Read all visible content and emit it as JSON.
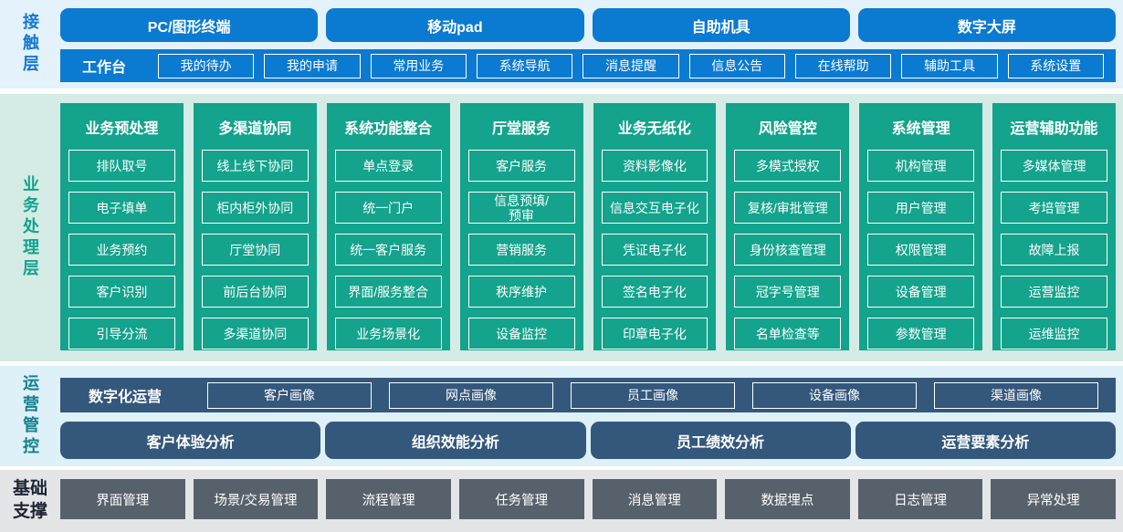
{
  "colors": {
    "blue": "#0b7ad1",
    "teal": "#14a38c",
    "slate": "#34577c",
    "gray": "#57616b",
    "band1": "#e3f2fb",
    "band2": "#d4ece5",
    "band3": "#def0f8",
    "band4": "#e3e5e7",
    "label-blue": "#1378d2",
    "label-teal": "#14a38c",
    "label-cyan": "#15808d",
    "label-navy": "#1b2433"
  },
  "layers": {
    "contact": {
      "label": "接触层",
      "channels": [
        "PC/图形终端",
        "移动pad",
        "自助机具",
        "数字大屏"
      ],
      "workbench": {
        "label": "工作台",
        "items": [
          "我的待办",
          "我的申请",
          "常用业务",
          "系统导航",
          "消息提醒",
          "信息公告",
          "在线帮助",
          "辅助工具",
          "系统设置"
        ]
      }
    },
    "business": {
      "label": "业务处理层",
      "columns": [
        {
          "title": "业务预处理",
          "items": [
            "排队取号",
            "电子填单",
            "业务预约",
            "客户识别",
            "引导分流"
          ]
        },
        {
          "title": "多渠道协同",
          "items": [
            "线上线下协同",
            "柜内柜外协同",
            "厅堂协同",
            "前后台协同",
            "多渠道协同"
          ]
        },
        {
          "title": "系统功能整合",
          "items": [
            "单点登录",
            "统一门户",
            "统一客户服务",
            "界面/服务整合",
            "业务场景化"
          ]
        },
        {
          "title": "厅堂服务",
          "items": [
            "客户服务",
            "信息预填/\n预审",
            "营销服务",
            "秩序维护",
            "设备监控"
          ]
        },
        {
          "title": "业务无纸化",
          "items": [
            "资料影像化",
            "信息交互电子化",
            "凭证电子化",
            "签名电子化",
            "印章电子化"
          ]
        },
        {
          "title": "风险管控",
          "items": [
            "多模式授权",
            "复核/审批管理",
            "身份核查管理",
            "冠字号管理",
            "名单检查等"
          ]
        },
        {
          "title": "系统管理",
          "items": [
            "机构管理",
            "用户管理",
            "权限管理",
            "设备管理",
            "参数管理"
          ]
        },
        {
          "title": "运营辅助功能",
          "items": [
            "多媒体管理",
            "考培管理",
            "故障上报",
            "运营监控",
            "运维监控"
          ]
        }
      ]
    },
    "operations": {
      "label": "运营管控",
      "digital": {
        "label": "数字化运营",
        "items": [
          "客户画像",
          "网点画像",
          "员工画像",
          "设备画像",
          "渠道画像"
        ]
      },
      "analysis": [
        "客户体验分析",
        "组织效能分析",
        "员工绩效分析",
        "运营要素分析"
      ]
    },
    "foundation": {
      "label": "基础支撑",
      "items": [
        "界面管理",
        "场景/交易管理",
        "流程管理",
        "任务管理",
        "消息管理",
        "数据埋点",
        "日志管理",
        "异常处理"
      ]
    }
  }
}
